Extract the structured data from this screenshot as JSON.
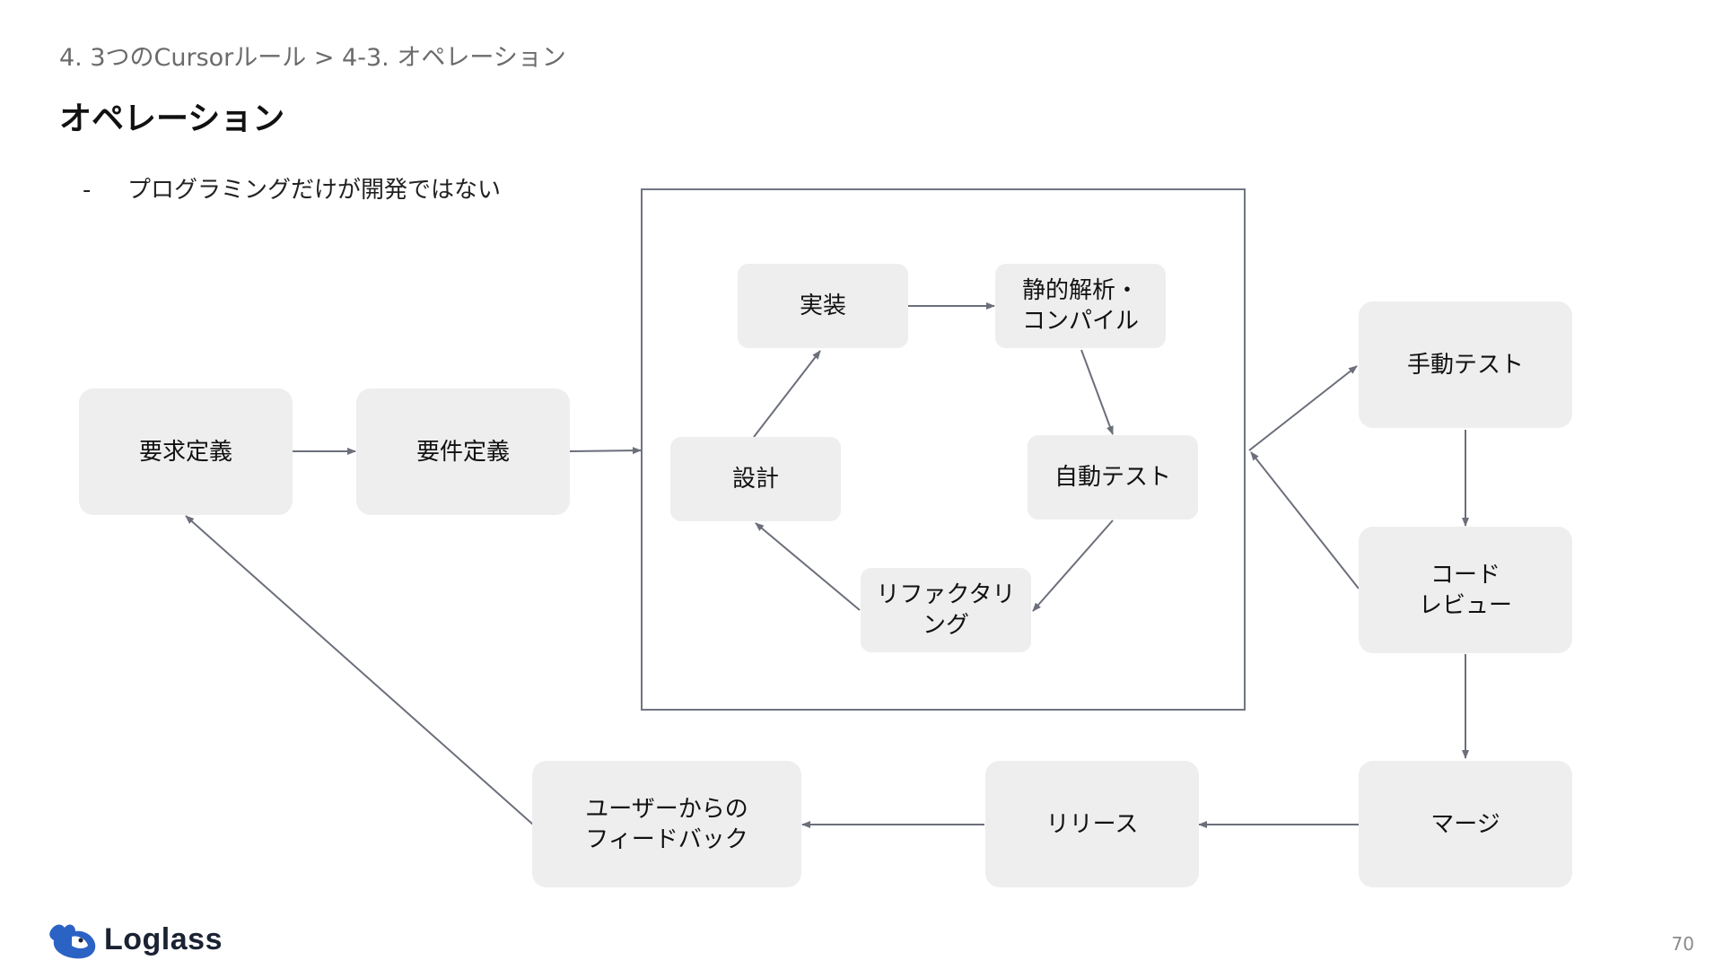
{
  "header": {
    "breadcrumb": "4. 3つのCursorルール > 4-3. オペレーション",
    "title": "オペレーション"
  },
  "bullets": [
    {
      "marker": "-",
      "text": "プログラミングだけが開発ではない"
    }
  ],
  "diagram": {
    "nodes": {
      "requirements_demand": "要求定義",
      "requirements_spec": "要件定義",
      "implementation": "実装",
      "static_analysis": "静的解析・\nコンパイル",
      "design": "設計",
      "auto_test": "自動テスト",
      "refactoring": "リファクタリ\nング",
      "manual_test": "手動テスト",
      "code_review": "コード\nレビュー",
      "merge": "マージ",
      "release": "リリース",
      "user_feedback": "ユーザーからの\nフィードバック"
    },
    "edges": [
      [
        "requirements_demand",
        "requirements_spec"
      ],
      [
        "requirements_spec",
        "dev_loop"
      ],
      [
        "design",
        "implementation"
      ],
      [
        "implementation",
        "static_analysis"
      ],
      [
        "static_analysis",
        "auto_test"
      ],
      [
        "auto_test",
        "refactoring"
      ],
      [
        "refactoring",
        "design"
      ],
      [
        "dev_loop",
        "manual_test"
      ],
      [
        "manual_test",
        "code_review"
      ],
      [
        "code_review",
        "dev_loop"
      ],
      [
        "code_review",
        "merge"
      ],
      [
        "merge",
        "release"
      ],
      [
        "release",
        "user_feedback"
      ],
      [
        "user_feedback",
        "requirements_demand"
      ]
    ],
    "colors": {
      "node_fill": "#eeeeee",
      "line": "#6b6f7a",
      "frame": "#707580"
    }
  },
  "footer": {
    "logo_text": "Loglass",
    "logo_color": "#2b63c4",
    "page_number": "70"
  }
}
